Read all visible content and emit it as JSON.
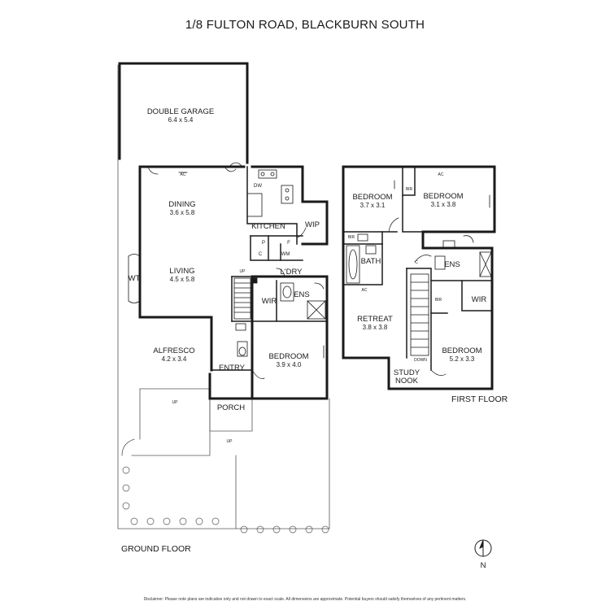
{
  "title": "1/8 FULTON ROAD, BLACKBURN SOUTH",
  "ground_floor_label": "GROUND FLOOR",
  "first_floor_label": "FIRST FLOOR",
  "north_label": "N",
  "disclaimer": "Disclaimer: Please note plans are indicative only and not drawn to exact scale. All dimensions are approximate. Potential buyers should satisfy themselves of any pertinent matters.",
  "ground_rooms": {
    "garage": {
      "name": "DOUBLE GARAGE",
      "dims": "6.4 x 5.4"
    },
    "dining": {
      "name": "DINING",
      "dims": "3.6 x 5.8"
    },
    "living": {
      "name": "LIVING",
      "dims": "4.5 x 5.8"
    },
    "alfresco": {
      "name": "ALFRESCO",
      "dims": "4.2 x 3.4"
    },
    "bedroom": {
      "name": "BEDROOM",
      "dims": "3.9 x 4.0"
    },
    "kitchen": "KITCHEN",
    "wip": "WIP",
    "ldry": "L'DRY",
    "wir": "WIR",
    "ens": "ENS",
    "entry": "ENTRY",
    "porch": "PORCH",
    "wt": "WT",
    "p": "P",
    "c": "C",
    "wm": "WM",
    "f": "F",
    "dw": "DW",
    "ac1": "AC",
    "up1": "UP",
    "up2": "UP",
    "up3": "UP"
  },
  "first_rooms": {
    "bedroom1": {
      "name": "BEDROOM",
      "dims": "3.7 x 3.1"
    },
    "bedroom2": {
      "name": "BEDROOM",
      "dims": "3.1 x 3.8"
    },
    "retreat": {
      "name": "RETREAT",
      "dims": "3.8 x 3.8"
    },
    "bedroom3": {
      "name": "BEDROOM",
      "dims": "5.2 x 3.3"
    },
    "bath": "BATH",
    "ens": "ENS",
    "wir": "WIR",
    "study1": "STUDY",
    "study2": "NOOK",
    "bir1": "BIR",
    "bir2": "BIR",
    "bir3": "BIR",
    "c": "C",
    "ac1": "AC",
    "ac2": "AC",
    "down": "DOWN"
  }
}
